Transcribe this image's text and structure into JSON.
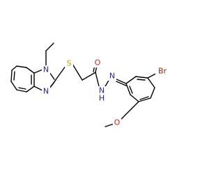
{
  "colors": {
    "background": "#ffffff",
    "bond": "#000000",
    "N": "#1f1fd6",
    "O": "#d81e1e",
    "S": "#b8a200",
    "Br": "#8a2b0e"
  },
  "atom_labels": {
    "n1": "N",
    "n3": "N",
    "s": "S",
    "o_carbonyl": "O",
    "nh": "N",
    "h": "H",
    "n_imine": "N",
    "o_methoxy": "O",
    "br": "Br"
  }
}
